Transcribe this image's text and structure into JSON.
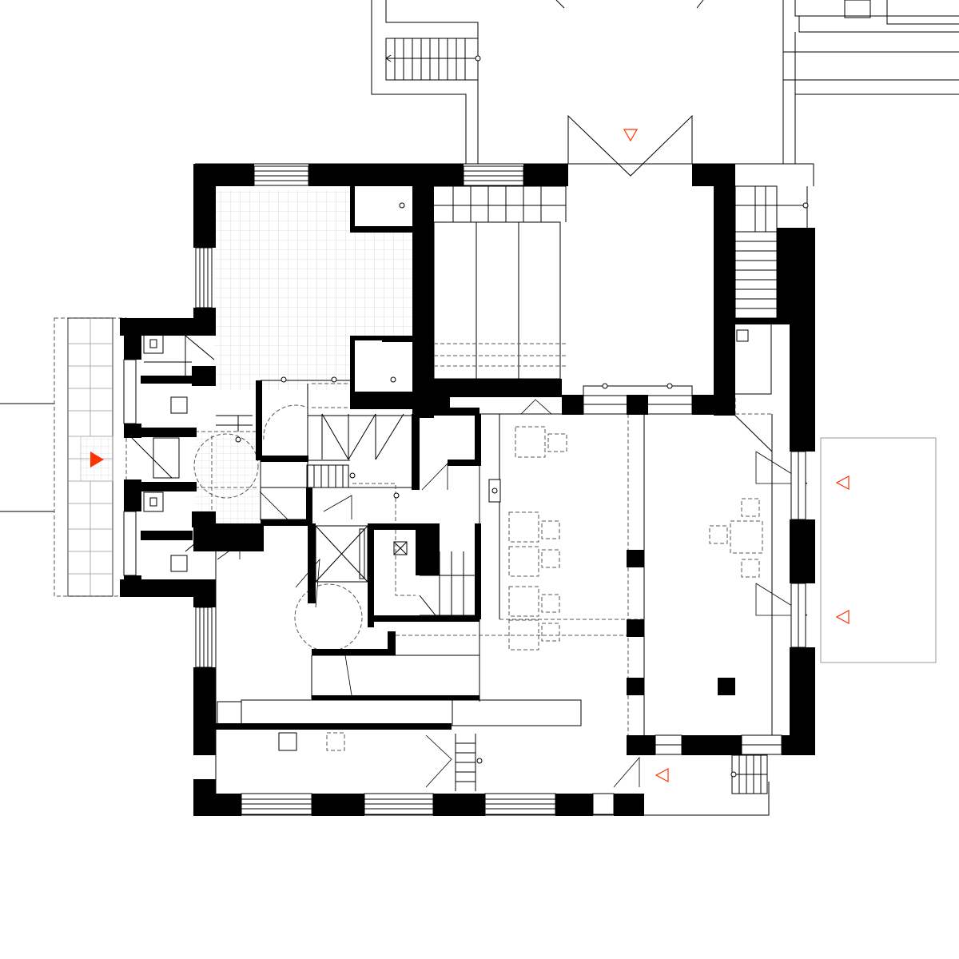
{
  "drawing": {
    "type": "architectural floor plan",
    "accent_color": "#ff3300",
    "wall_color": "#000000",
    "line_color": "#000000",
    "dashed_color": "#555555",
    "grid_color": "#d6d6d6",
    "markers": [
      {
        "id": "entrance-left",
        "direction": "east",
        "style": "filled"
      },
      {
        "id": "entrance-top",
        "direction": "south",
        "style": "outline"
      },
      {
        "id": "terrace-upper",
        "direction": "west",
        "style": "outline"
      },
      {
        "id": "terrace-lower",
        "direction": "west",
        "style": "outline"
      },
      {
        "id": "entrance-bottom",
        "direction": "west",
        "style": "outline"
      }
    ]
  }
}
